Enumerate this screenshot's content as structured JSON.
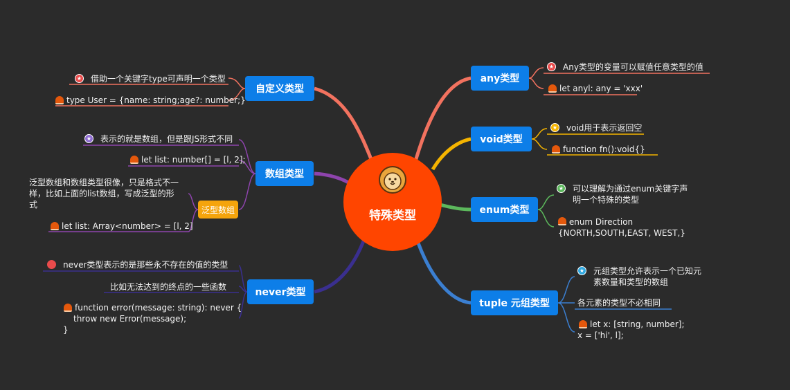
{
  "center": {
    "title": "特殊类型",
    "icon": "lion-icon"
  },
  "branches": {
    "custom": {
      "label": "自定义类型",
      "color": "#f2725f",
      "leaves": [
        "借助一个关键字type可声明一个类型",
        "type User = {name: string;age?: number;}"
      ]
    },
    "array": {
      "label": "数组类型",
      "color": "#8e44ad",
      "leaves": [
        "表示的就是数组，但是跟JS形式不同",
        "let list: number[] = [l, 2];"
      ],
      "sub": {
        "label": "泛型数组",
        "leaves": [
          "泛型数组和数组类型很像，只是格式不一样，比如上面的list数组，写成泛型的形式",
          "let list: Array<number> = [l, 2]"
        ]
      }
    },
    "never": {
      "label": "never类型",
      "color": "#3a2f8f",
      "leaves": [
        "never类型表示的是那些永不存在的值的类型",
        "比如无法达到的终点的一些函数",
        "function error(message: string): never {",
        "throw new Error(message);",
        "}"
      ]
    },
    "any": {
      "label": "any类型",
      "color": "#f2725f",
      "leaves": [
        "Any类型的变量可以赋值任意类型的值",
        "let anyl: any = 'xxx'"
      ]
    },
    "void": {
      "label": "void类型",
      "color": "#f5b400",
      "leaves": [
        "void用于表示返回空",
        "function fn():void{}"
      ]
    },
    "enum": {
      "label": "enum类型",
      "color": "#5cb85c",
      "leaves": [
        "可以理解为通过enum关键字声明一个特殊的类型",
        "enum Direction {NORTH,SOUTH,EAST, WEST,}"
      ]
    },
    "tuple": {
      "label": "tuple 元组类型",
      "color": "#3b7fd1",
      "leaves": [
        "元组类型允许表示一个已知元素数量和类型的数组",
        "各元素的类型不必相同",
        "let x: [string, number];",
        "x = ['hi', l];"
      ]
    }
  }
}
